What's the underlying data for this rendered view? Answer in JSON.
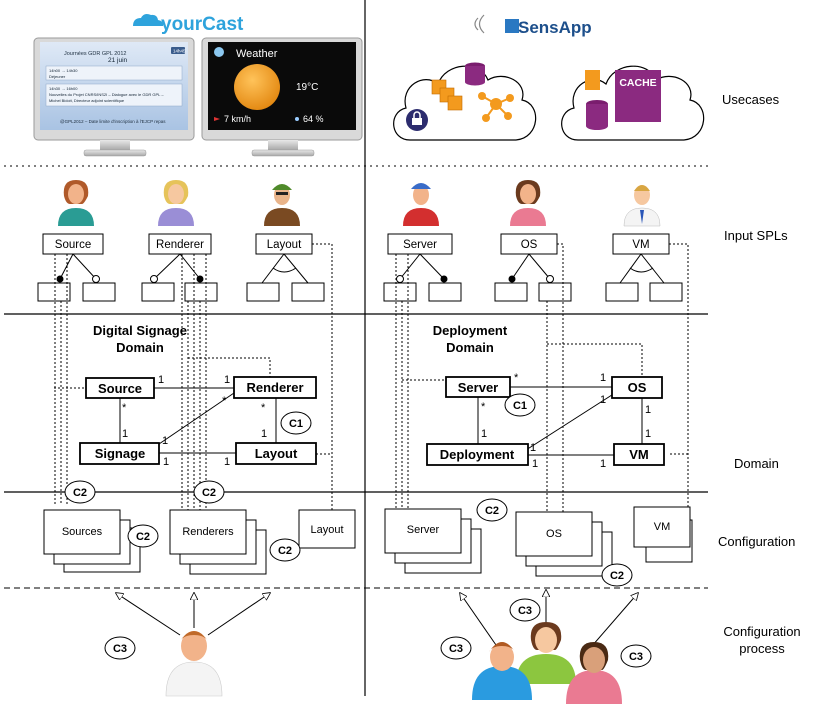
{
  "logos": {
    "yourcast": "yourCast",
    "sensapp": "SensApp"
  },
  "screens": {
    "left": {
      "line1": "Journées GDR GPL 2012",
      "line2": "21 juin",
      "badge": "14h45",
      "row1a": "14h00 → 14h30",
      "row1b": "Déjeuner",
      "row2a": "14h30 → 16h00",
      "row2b": "Nouvelles du Projet CNRS/INS2I – Dialogue avec le GDR GPL –",
      "row2c": "Michel Bidoit, Directeur adjoint scientifique",
      "footer": "@GPL2012 – Date limite d'inscription à l'EJCP repas"
    },
    "right": {
      "title": "Weather",
      "temp": "19°C",
      "wind": "7 km/h",
      "humidity": "64 %"
    }
  },
  "cache_label": "CACHE",
  "row_labels": {
    "usecases": "Usecases",
    "input_spls": "Input SPLs",
    "domain": "Domain",
    "configuration": "Configuration",
    "process_line1": "Configuration",
    "process_line2": "process"
  },
  "features_left": {
    "source": "Source",
    "renderer": "Renderer",
    "layout": "Layout"
  },
  "features_right": {
    "server": "Server",
    "os": "OS",
    "vm": "VM"
  },
  "domain_left": {
    "title_line1": "Digital Signage",
    "title_line2": "Domain",
    "source": "Source",
    "renderer": "Renderer",
    "signage": "Signage",
    "layout": "Layout"
  },
  "domain_right": {
    "title_line1": "Deployment",
    "title_line2": "Domain",
    "server": "Server",
    "os": "OS",
    "deployment": "Deployment",
    "vm": "VM"
  },
  "multiplicities": {
    "one": "1",
    "many": "*"
  },
  "constraints": {
    "c1": "C1",
    "c2": "C2",
    "c3": "C3"
  },
  "config_left": {
    "sources": "Sources",
    "renderers": "Renderers",
    "layout": "Layout"
  },
  "config_right": {
    "server": "Server",
    "os": "OS",
    "vm": "VM"
  }
}
